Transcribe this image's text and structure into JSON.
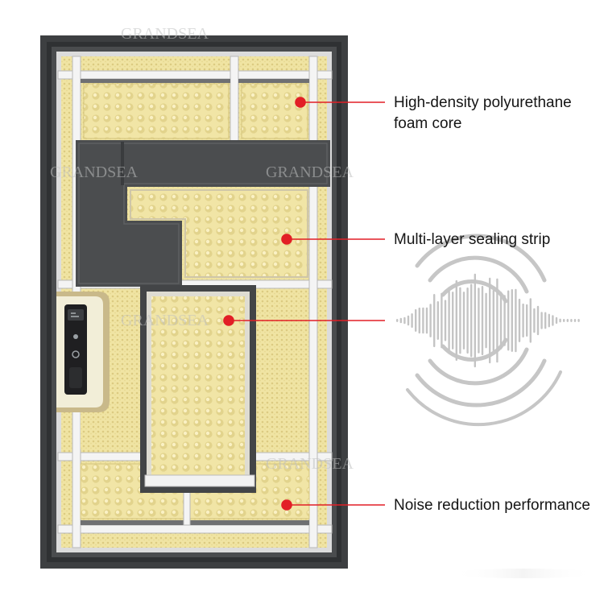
{
  "watermark": "GRANDSEA",
  "accent_color": "#e21f26",
  "frame_color": "#3a3c3e",
  "foam_color": "#f1e5a6",
  "callouts": [
    {
      "id": "foam",
      "lines": [
        "High-density polyurethane",
        "foam core"
      ]
    },
    {
      "id": "seal",
      "lines": [
        "Multi-layer sealing strip"
      ]
    },
    {
      "id": "noise",
      "lines": []
    },
    {
      "id": "reduction",
      "lines": [
        "Noise reduction performance"
      ]
    }
  ],
  "icons": {
    "sound": "sound-wave-icon",
    "lock": "smart-lock-icon"
  }
}
